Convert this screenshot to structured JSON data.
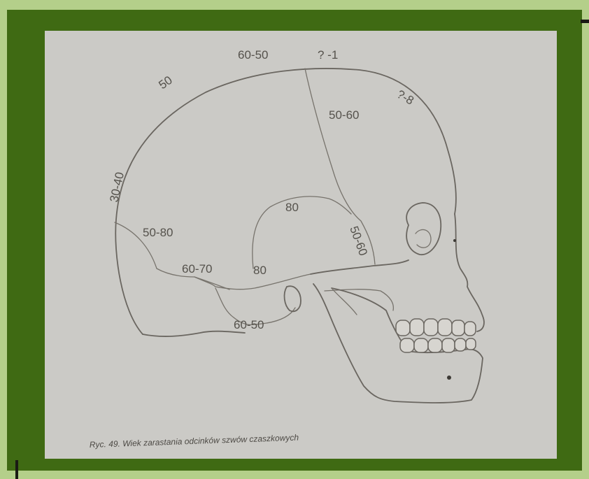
{
  "figure": {
    "labels": {
      "top_left": "60-50",
      "top_right": "? -1",
      "coronal_upper": "50",
      "lambdoid_upper": "30-40",
      "right_upper": "?-8",
      "coronal_mid": "50-60",
      "occipital": "50-80",
      "squamosal_top": "80",
      "pterion": "50-60",
      "lower_left": "60-70",
      "lower_mid": "80",
      "mastoid": "60-50"
    },
    "caption": "Ryc. 49. Wiek zarastania odcinków szwów czaszkowych"
  }
}
